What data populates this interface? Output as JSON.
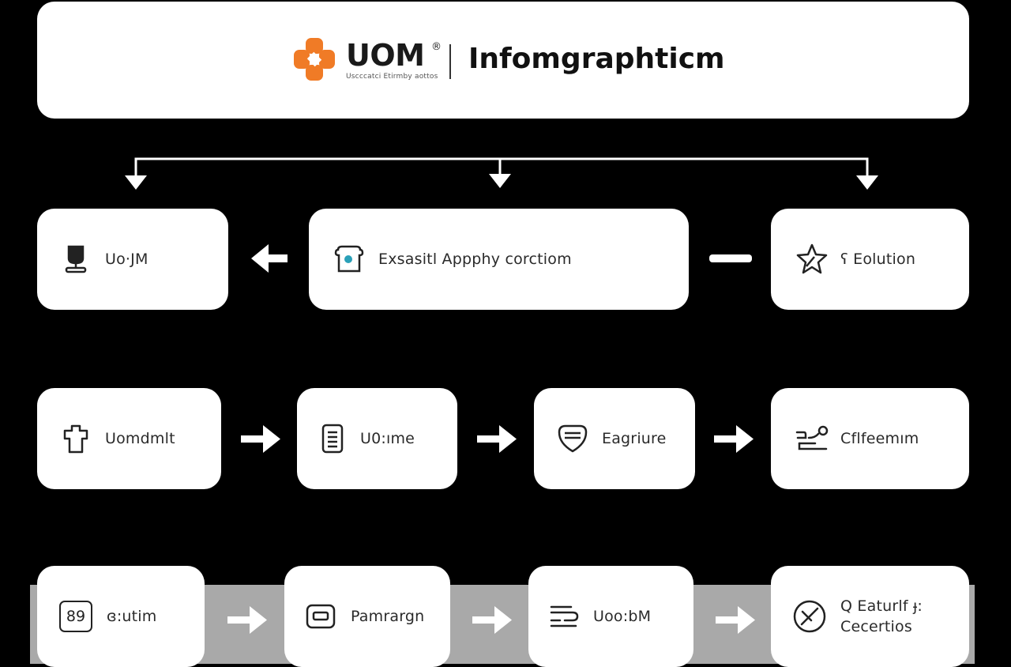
{
  "header": {
    "brand_name": "UOM",
    "brand_reg": "®",
    "brand_tagline": "Uscccatci Etirmby aottos",
    "title": "Infomgraphticm",
    "accent_color": "#f07b26"
  },
  "row1": [
    {
      "label": "Uo·JM",
      "icon": "cup-icon"
    },
    {
      "label": "Exsasitl Appphy corctiom",
      "icon": "toaster-icon"
    },
    {
      "label": "ʕ Eolution",
      "icon": "star-icon"
    }
  ],
  "row2": [
    {
      "label": "Uomdmlt",
      "icon": "shirt-icon"
    },
    {
      "label": "U0:ıme",
      "icon": "document-icon"
    },
    {
      "label": "Eagriure",
      "icon": "badge-icon"
    },
    {
      "label": "Cflfeemım",
      "icon": "sign-icon"
    }
  ],
  "row3": [
    {
      "label": "ɞ:utim",
      "icon": "calendar-icon",
      "icon_text": "89"
    },
    {
      "label": "Pamrargn",
      "icon": "screen-icon"
    },
    {
      "label": "Uoo:bM",
      "icon": "lines-icon"
    },
    {
      "label_line1": "Q Eaturlf ɟ:",
      "label_line2": "Cecertios",
      "icon": "compass-icon"
    }
  ]
}
